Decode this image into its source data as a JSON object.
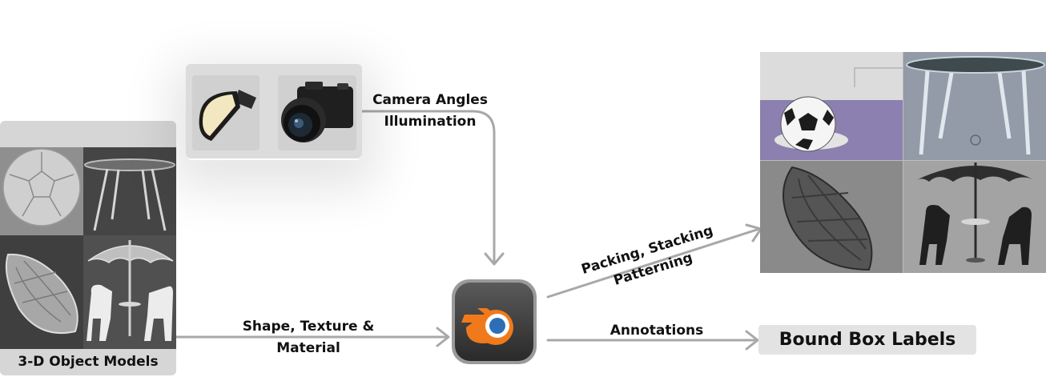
{
  "labels": {
    "camera_line1": "Camera Angles",
    "camera_line2": "Illumination",
    "shape_line1": "Shape, Texture &",
    "shape_line2": "Material",
    "packing_line1": "Packing, Stacking",
    "packing_line2": "Patterning",
    "annotations": "Annotations"
  },
  "models_panel": {
    "title": "3-D Object Models"
  },
  "output": {
    "bound_box_labels": "Bound Box Labels"
  },
  "colors": {
    "arrow": "#a8a8a8",
    "blender_orange": "#f07a1b",
    "blender_blue": "#2d6fb6"
  }
}
